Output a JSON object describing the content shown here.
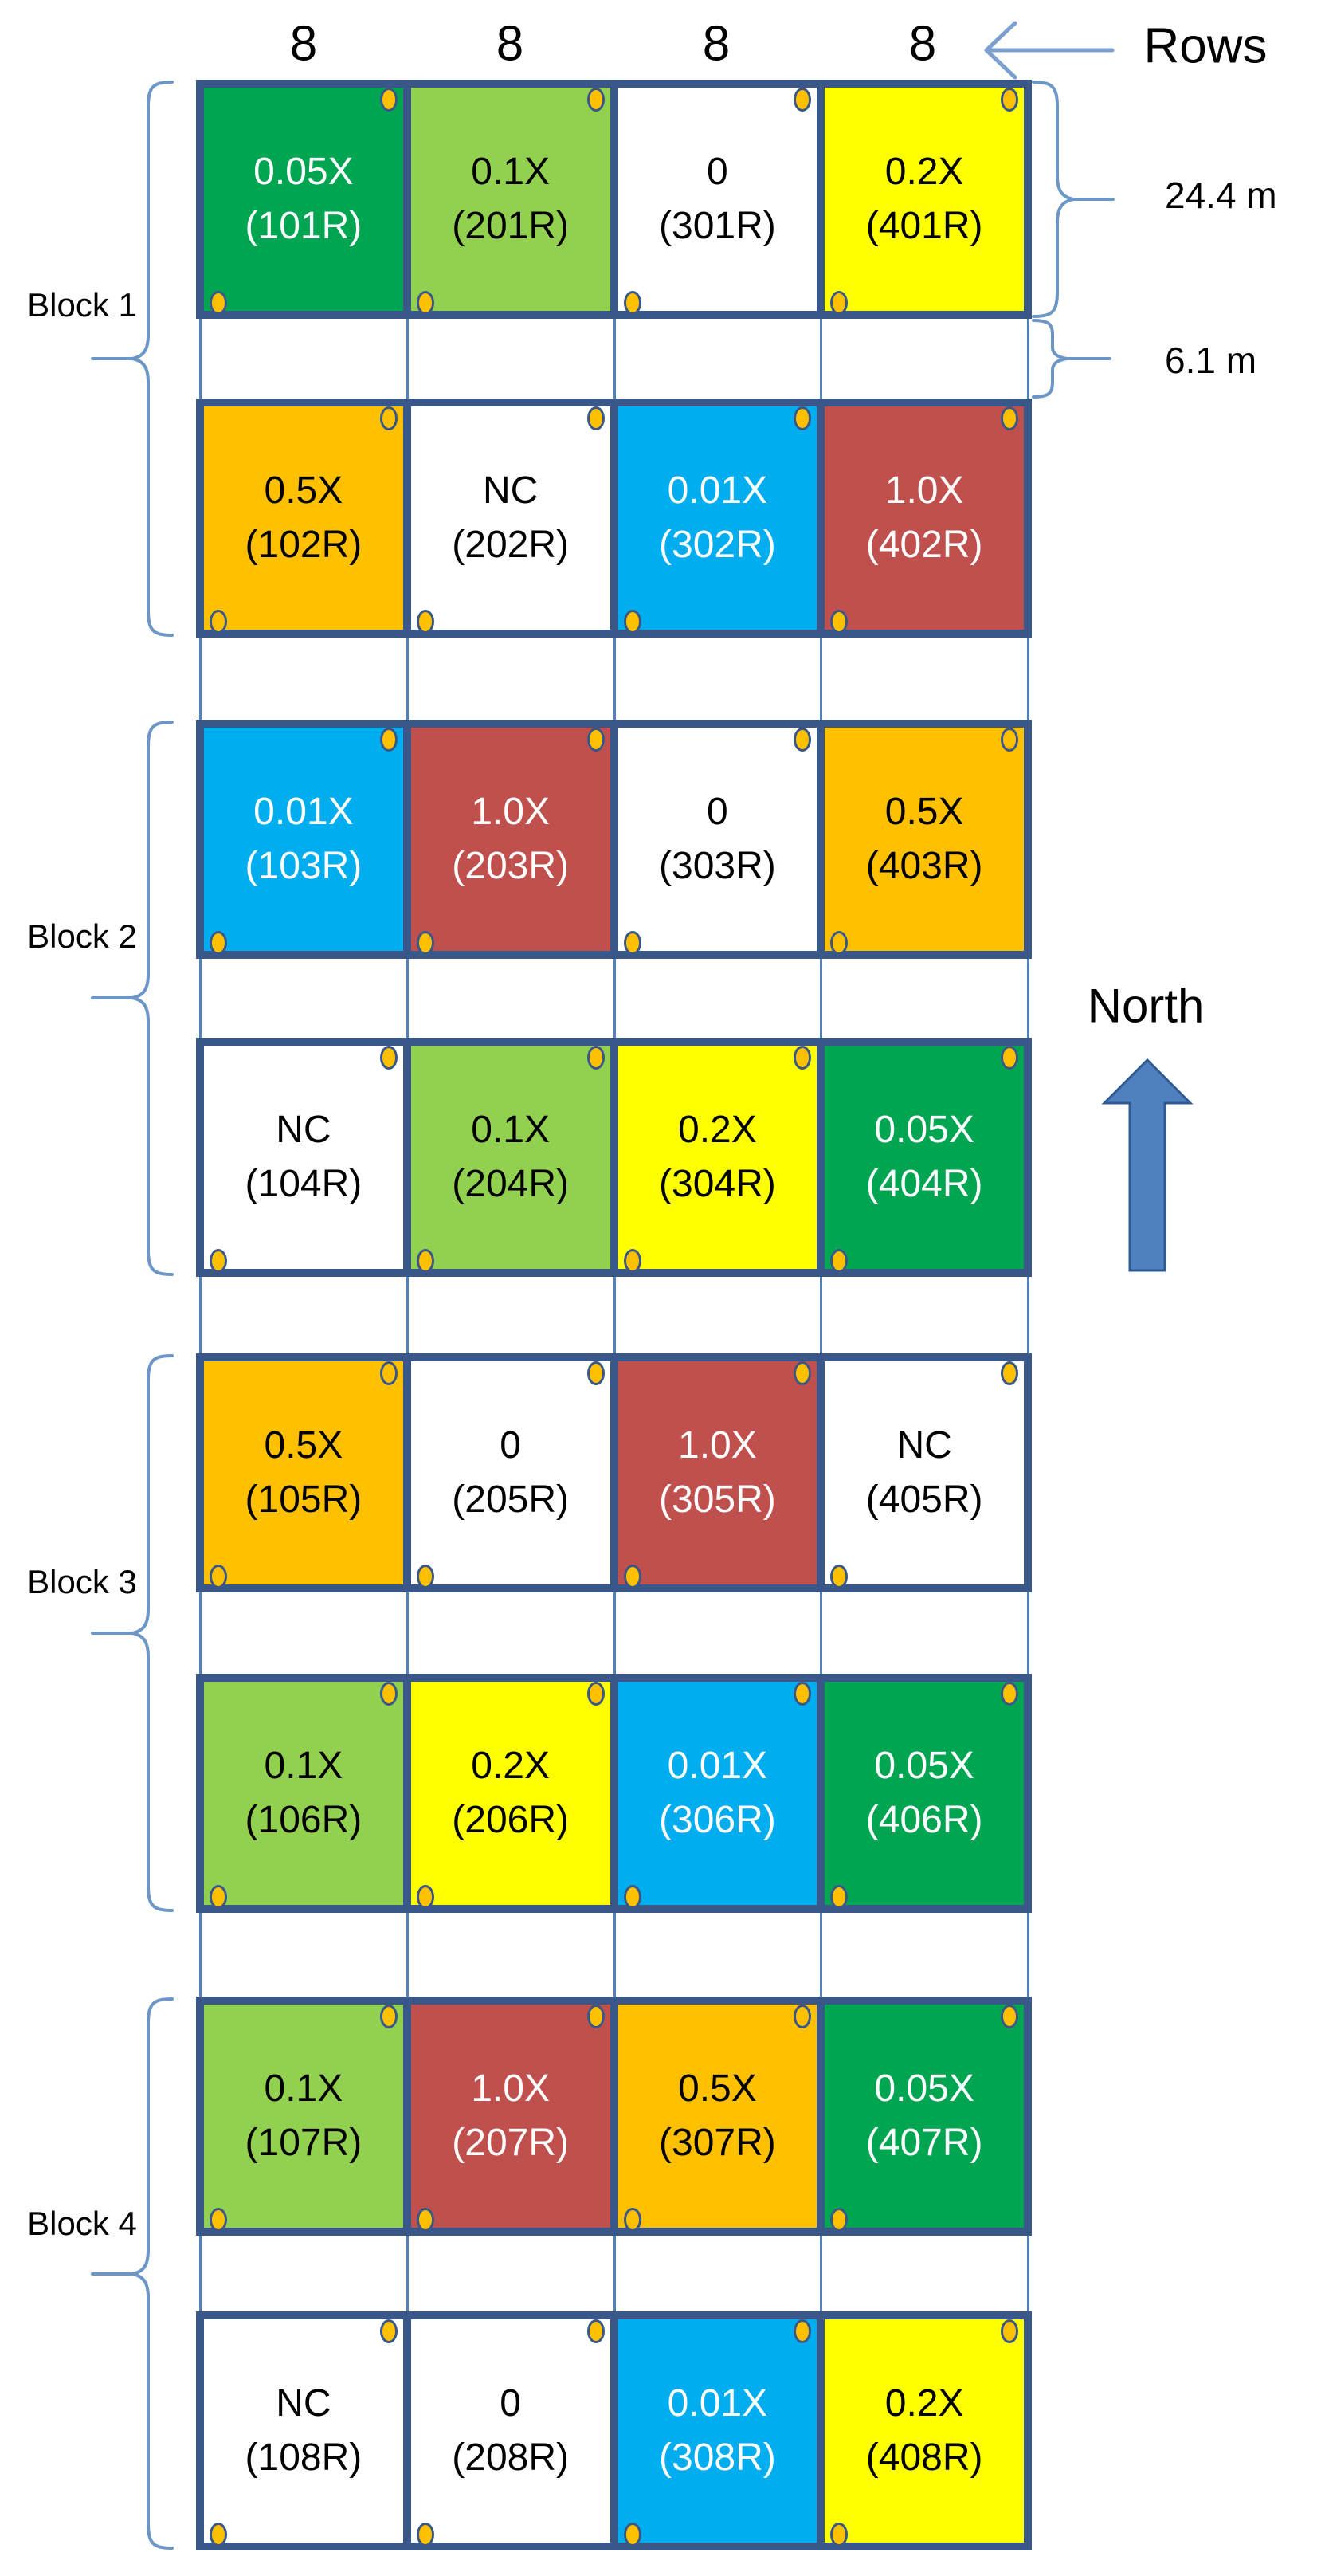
{
  "header": {
    "row_counts": [
      "8",
      "8",
      "8",
      "8"
    ],
    "rows_label": "Rows"
  },
  "side_labels": {
    "plot_length": "24.4 m",
    "row_spacing": "6.1 m",
    "north": "North"
  },
  "blocks": [
    {
      "label": "Block 1"
    },
    {
      "label": "Block 2"
    },
    {
      "label": "Block 3"
    },
    {
      "label": "Block 4"
    }
  ],
  "colors": {
    "plot_border": "#3A578A",
    "tree_row_line": "#4F81BD",
    "brace": "#6D96C8",
    "corner_dot": "#FFC000",
    "north_arrow_fill": "#4E81BD",
    "north_arrow_stroke": "#2F5B94",
    "treatment_green": "#00A551",
    "treatment_light_green": "#92D050",
    "treatment_yellow": "#FFFF00",
    "treatment_orange": "#FFC000",
    "treatment_blue": "#00AEEF",
    "treatment_red": "#C0504D",
    "treatment_white": "#FFFFFF"
  },
  "grid": {
    "rows": [
      {
        "plots": [
          {
            "treatment": "0.05X",
            "id": "(101R)",
            "fill": "#00A551",
            "text": "#FFFFFF"
          },
          {
            "treatment": "0.1X",
            "id": "(201R)",
            "fill": "#92D050",
            "text": "#000000"
          },
          {
            "treatment": "0",
            "id": "(301R)",
            "fill": "#FFFFFF",
            "text": "#000000"
          },
          {
            "treatment": "0.2X",
            "id": "(401R)",
            "fill": "#FFFF00",
            "text": "#000000"
          }
        ]
      },
      {
        "plots": [
          {
            "treatment": "0.5X",
            "id": "(102R)",
            "fill": "#FFC000",
            "text": "#000000"
          },
          {
            "treatment": "NC",
            "id": "(202R)",
            "fill": "#FFFFFF",
            "text": "#000000"
          },
          {
            "treatment": "0.01X",
            "id": "(302R)",
            "fill": "#00AEEF",
            "text": "#FFFFFF"
          },
          {
            "treatment": "1.0X",
            "id": "(402R)",
            "fill": "#C0504D",
            "text": "#FFFFFF"
          }
        ]
      },
      {
        "plots": [
          {
            "treatment": "0.01X",
            "id": "(103R)",
            "fill": "#00AEEF",
            "text": "#FFFFFF"
          },
          {
            "treatment": "1.0X",
            "id": "(203R)",
            "fill": "#C0504D",
            "text": "#FFFFFF"
          },
          {
            "treatment": "0",
            "id": "(303R)",
            "fill": "#FFFFFF",
            "text": "#000000"
          },
          {
            "treatment": "0.5X",
            "id": "(403R)",
            "fill": "#FFC000",
            "text": "#000000"
          }
        ]
      },
      {
        "plots": [
          {
            "treatment": "NC",
            "id": "(104R)",
            "fill": "#FFFFFF",
            "text": "#000000"
          },
          {
            "treatment": "0.1X",
            "id": "(204R)",
            "fill": "#92D050",
            "text": "#000000"
          },
          {
            "treatment": "0.2X",
            "id": "(304R)",
            "fill": "#FFFF00",
            "text": "#000000"
          },
          {
            "treatment": "0.05X",
            "id": "(404R)",
            "fill": "#00A551",
            "text": "#FFFFFF"
          }
        ]
      },
      {
        "plots": [
          {
            "treatment": "0.5X",
            "id": "(105R)",
            "fill": "#FFC000",
            "text": "#000000"
          },
          {
            "treatment": "0",
            "id": "(205R)",
            "fill": "#FFFFFF",
            "text": "#000000"
          },
          {
            "treatment": "1.0X",
            "id": "(305R)",
            "fill": "#C0504D",
            "text": "#FFFFFF"
          },
          {
            "treatment": "NC",
            "id": "(405R)",
            "fill": "#FFFFFF",
            "text": "#000000"
          }
        ]
      },
      {
        "plots": [
          {
            "treatment": "0.1X",
            "id": "(106R)",
            "fill": "#92D050",
            "text": "#000000"
          },
          {
            "treatment": "0.2X",
            "id": "(206R)",
            "fill": "#FFFF00",
            "text": "#000000"
          },
          {
            "treatment": "0.01X",
            "id": "(306R)",
            "fill": "#00AEEF",
            "text": "#FFFFFF"
          },
          {
            "treatment": "0.05X",
            "id": "(406R)",
            "fill": "#00A551",
            "text": "#FFFFFF"
          }
        ]
      },
      {
        "plots": [
          {
            "treatment": "0.1X",
            "id": "(107R)",
            "fill": "#92D050",
            "text": "#000000"
          },
          {
            "treatment": "1.0X",
            "id": "(207R)",
            "fill": "#C0504D",
            "text": "#FFFFFF"
          },
          {
            "treatment": "0.5X",
            "id": "(307R)",
            "fill": "#FFC000",
            "text": "#000000"
          },
          {
            "treatment": "0.05X",
            "id": "(407R)",
            "fill": "#00A551",
            "text": "#FFFFFF"
          }
        ]
      },
      {
        "plots": [
          {
            "treatment": "NC",
            "id": "(108R)",
            "fill": "#FFFFFF",
            "text": "#000000"
          },
          {
            "treatment": "0",
            "id": "(208R)",
            "fill": "#FFFFFF",
            "text": "#000000"
          },
          {
            "treatment": "0.01X",
            "id": "(308R)",
            "fill": "#00AEEF",
            "text": "#FFFFFF"
          },
          {
            "treatment": "0.2X",
            "id": "(408R)",
            "fill": "#FFFF00",
            "text": "#000000"
          }
        ]
      }
    ]
  }
}
